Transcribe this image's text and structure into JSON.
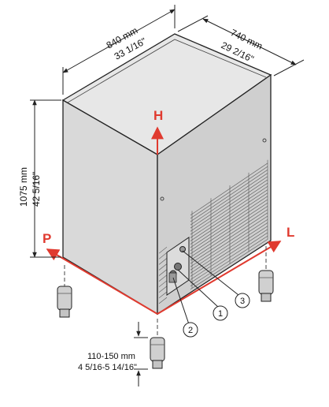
{
  "dimensions": {
    "width": {
      "metric": "840 mm",
      "imperial": "33 1/16\""
    },
    "depth": {
      "metric": "740 mm",
      "imperial": "29 2/16\""
    },
    "height": {
      "metric": "1075 mm",
      "imperial": "42 5/16\""
    },
    "feet": {
      "metric": "110-150 mm",
      "imperial": "4 5/16-5 14/16\""
    }
  },
  "axes": {
    "height": "H",
    "depth": "P",
    "length": "L"
  },
  "callouts": [
    "1",
    "2",
    "3"
  ],
  "colors": {
    "axis": "#e03a2f",
    "line": "#222222",
    "top": "#e7e7e7",
    "side": "#d9d9d9",
    "front": "#cfcfcf"
  }
}
